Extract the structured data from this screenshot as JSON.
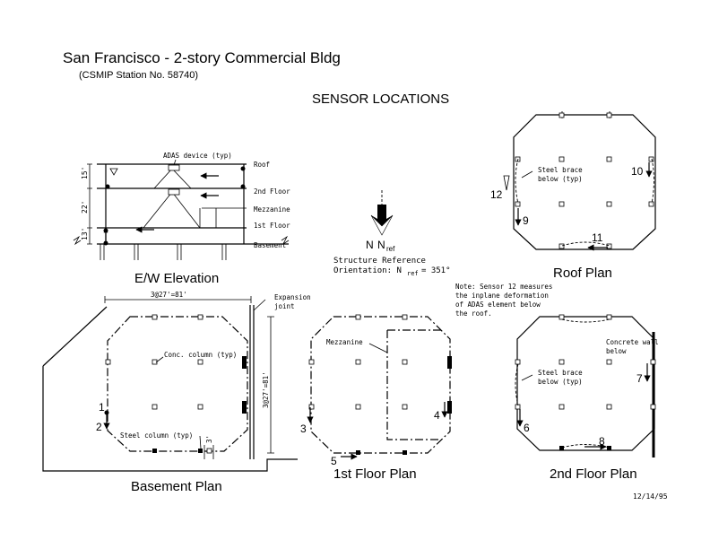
{
  "header": {
    "title": "San Francisco - 2-story Commercial Bldg",
    "station": "(CSMIP Station No. 58740)",
    "heading": "SENSOR LOCATIONS",
    "date": "12/14/95"
  },
  "elevation": {
    "title": "E/W Elevation",
    "adas_label": "ADAS device (typ)",
    "levels": [
      "Roof",
      "2nd Floor",
      "Mezzanine",
      "1st Floor",
      "Basement"
    ],
    "heights": [
      "15'",
      "22'",
      "13'"
    ]
  },
  "reference": {
    "north": "N",
    "nref": "N",
    "nref_sub": "ref",
    "label": "Structure Reference",
    "orientation_prefix": "Orientation: N",
    "orientation_sub": "ref",
    "orientation_value": " = 351°"
  },
  "roof_plan": {
    "title": "Roof Plan",
    "brace_label": [
      "Steel brace",
      "below (typ)"
    ],
    "sensors": [
      "9",
      "10",
      "11",
      "12"
    ]
  },
  "note": [
    "Note: Sensor 12 measures",
    "the inplane deformation",
    "of ADAS element below",
    "the roof."
  ],
  "basement_plan": {
    "title": "Basement Plan",
    "width_dim": "3@27'=81'",
    "depth_dim": "3@27'=81'",
    "expansion": [
      "Expansion",
      "joint"
    ],
    "conc_label": "Conc. column (typ)",
    "steel_label": "Steel column (typ)",
    "offset_dim": "3'",
    "sensors": [
      "1",
      "2"
    ]
  },
  "first_floor_plan": {
    "title": "1st Floor Plan",
    "mezz_label": "Mezzanine",
    "sensors": [
      "3",
      "4",
      "5"
    ]
  },
  "second_floor_plan": {
    "title": "2nd Floor Plan",
    "wall_label": [
      "Concrete wall",
      "below"
    ],
    "brace_label": [
      "Steel brace",
      "below (typ)"
    ],
    "sensors": [
      "6",
      "7",
      "8"
    ]
  }
}
